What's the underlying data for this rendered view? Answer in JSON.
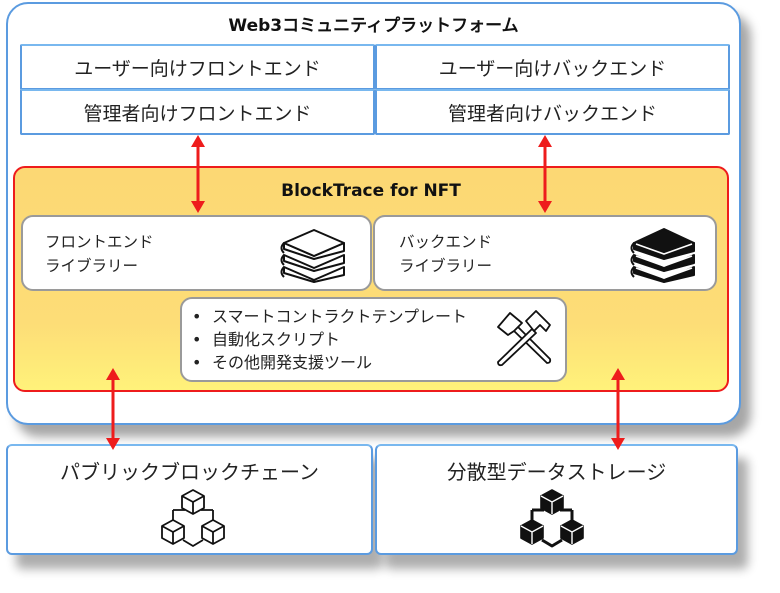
{
  "platform": {
    "title": "Web3コミュニティプラットフォーム",
    "components": [
      {
        "label": "ユーザー向けフロントエンド"
      },
      {
        "label": "ユーザー向けバックエンド"
      },
      {
        "label": "管理者向けフロントエンド"
      },
      {
        "label": "管理者向けバックエンド"
      }
    ]
  },
  "blocktrace": {
    "title": "BlockTrace for NFT",
    "frontend_library": {
      "line1": "フロントエンド",
      "line2": "ライブラリー",
      "icon": "books-outline-icon"
    },
    "backend_library": {
      "line1": "バックエンド",
      "line2": "ライブラリー",
      "icon": "books-filled-icon"
    },
    "tools": {
      "items": [
        "スマートコントラクトテンプレート",
        "自動化スクリプト",
        "その他開発支援ツール"
      ],
      "icon": "hammers-icon"
    }
  },
  "external": {
    "blockchain": {
      "label": "パブリックブロックチェーン",
      "icon": "blocks-outline-icon"
    },
    "storage": {
      "label": "分散型データストレージ",
      "icon": "blocks-filled-icon"
    }
  },
  "colors": {
    "platform_border": "#5b9be0",
    "blocktrace_border": "#ee1c1c",
    "blocktrace_fill": "#fcd874",
    "arrow": "#ee1c1c"
  }
}
